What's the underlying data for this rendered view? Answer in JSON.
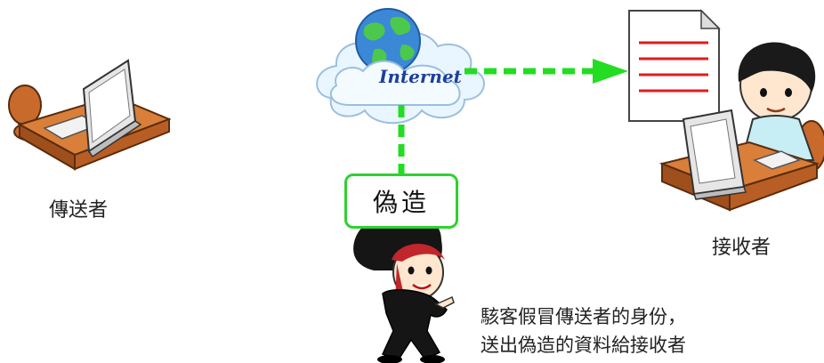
{
  "sender": {
    "label": "傳送者"
  },
  "receiver": {
    "label": "接收者"
  },
  "internet": {
    "label": "Internet"
  },
  "forgery": {
    "label": "偽造"
  },
  "caption": {
    "line1": "駭客假冒傳送者的身份，",
    "line2": "送出偽造的資料給接收者"
  },
  "colors": {
    "arrow": "#22dd22",
    "forge_border": "#2fd12f",
    "desk": "#c86a2c",
    "cloud": "#e9f6ff",
    "document_lines": "#e21b1b"
  }
}
